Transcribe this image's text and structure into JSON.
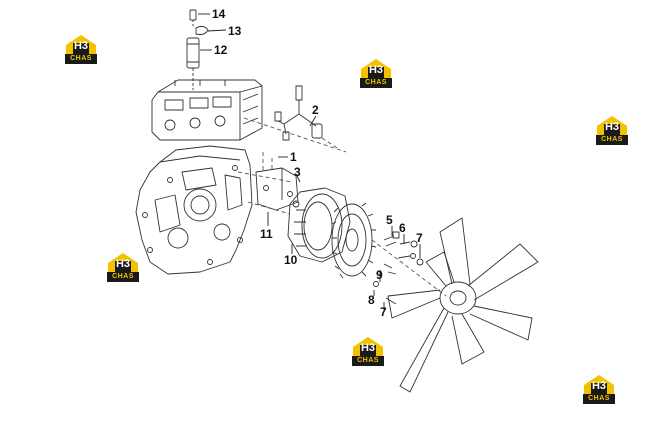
{
  "callouts": {
    "c1": "1",
    "c2": "2",
    "c3": "3",
    "c5": "5",
    "c6": "6",
    "c7a": "7",
    "c7b": "7",
    "c8": "8",
    "c9": "9",
    "c10": "10",
    "c11": "11",
    "c12": "12",
    "c13": "13",
    "c14": "14"
  },
  "watermark": {
    "mark": "H3",
    "sub": "CHAS"
  },
  "colors": {
    "line": "#333333",
    "label": "#111111",
    "logo_yellow": "#f2c200",
    "logo_dark": "#1a1a1a"
  }
}
